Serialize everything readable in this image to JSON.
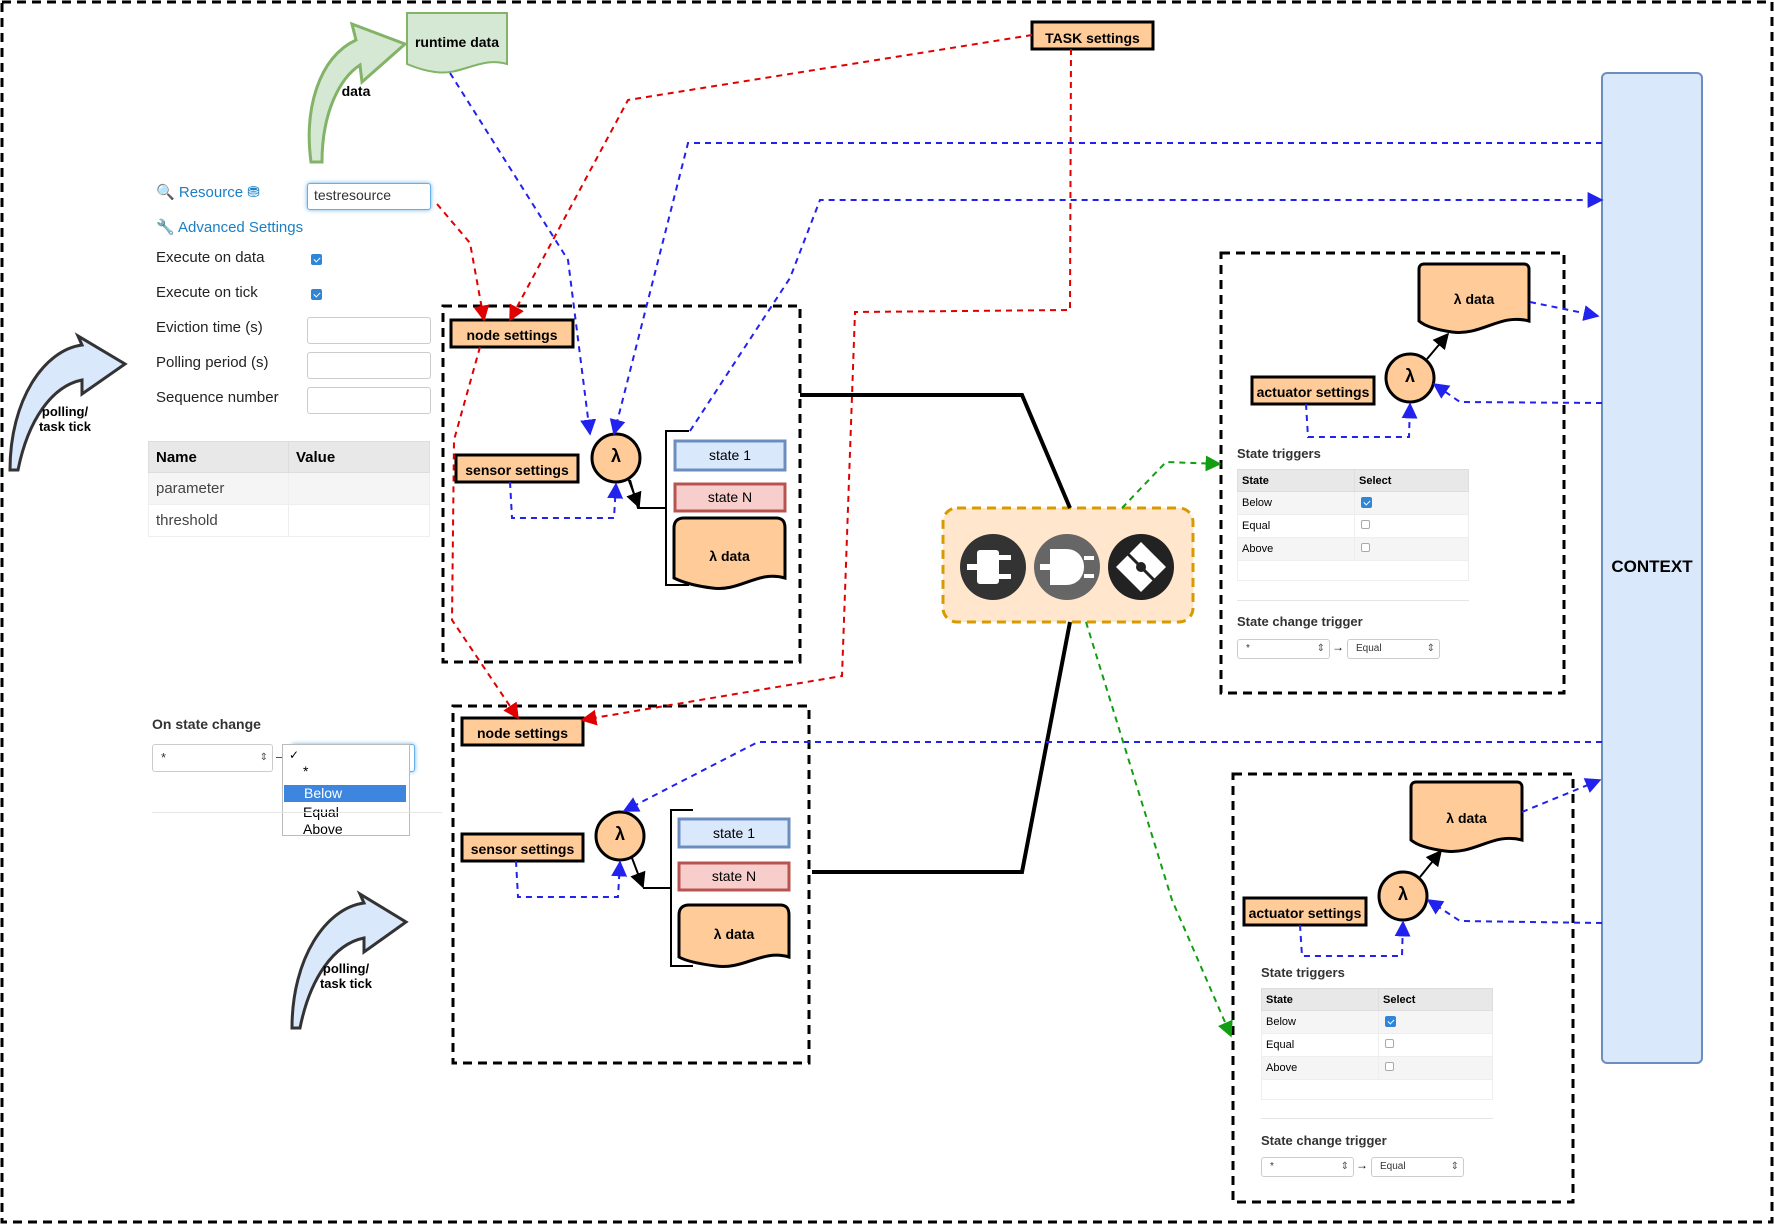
{
  "diagram": {
    "runtime_data": "runtime data",
    "data_label": "data",
    "task_settings": "TASK settings",
    "context": "CONTEXT",
    "polling_label_line1": "polling/",
    "polling_label_line2": "task tick",
    "node_settings": "node settings",
    "sensor_settings": "sensor settings",
    "lambda": "λ",
    "state_1": "state 1",
    "state_n": "state N",
    "lambda_data": "λ data",
    "actuator_settings": "actuator settings",
    "colors": {
      "orange_fill": "#ffcc99",
      "green_fill": "#d5e8d4",
      "green_stroke": "#82b366",
      "blue_fill": "#dae8fc",
      "blue_stroke": "#6c8ebf",
      "red_fill": "#f8cecc",
      "red_stroke": "#b85450",
      "hub_fill": "#ffe6cc",
      "hub_stroke": "#d79b00",
      "red_arrow": "#e00000",
      "blue_arrow": "#2222ee",
      "green_arrow": "#129e12"
    },
    "icons": [
      "plug-icon",
      "plug-outline-icon",
      "puzzle-icon"
    ]
  },
  "form": {
    "resource_label": "Resource",
    "resource_value": "testresource",
    "advanced_label": "Advanced Settings",
    "execute_on_data": "Execute on data",
    "execute_on_tick": "Execute on tick",
    "eviction_time": "Eviction time (s)",
    "polling_period": "Polling period (s)",
    "sequence_number": "Sequence number",
    "param_table": {
      "headers": [
        "Name",
        "Value"
      ],
      "rows": [
        "parameter",
        "threshold"
      ]
    }
  },
  "state_change": {
    "title": "On state change",
    "from_value": "*",
    "dropdown_options": [
      "*",
      "Below",
      "Equal",
      "Above"
    ],
    "selected_option": "Below"
  },
  "actuator_panel": {
    "state_triggers": "State triggers",
    "headers": [
      "State",
      "Select"
    ],
    "rows": [
      "Below",
      "Equal",
      "Above"
    ],
    "checked": "Below",
    "state_change_trigger": "State change trigger",
    "from_value": "*",
    "arrow": "→",
    "to_value": "Equal"
  }
}
